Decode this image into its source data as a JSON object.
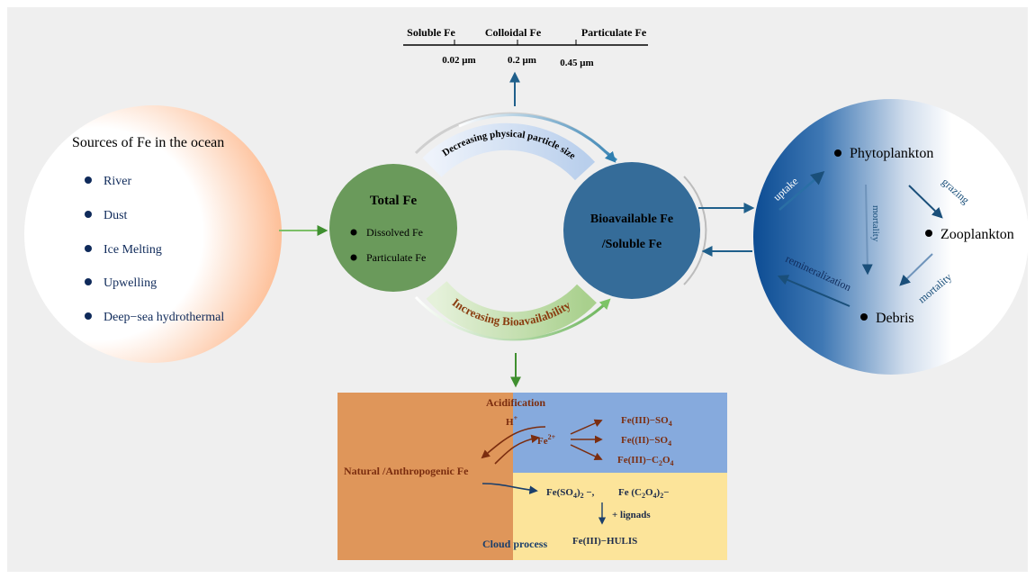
{
  "size_scale": {
    "labels": [
      "Soluble Fe",
      "Colloidal Fe",
      "Particulate Fe"
    ],
    "ticks": [
      "0.02 μm",
      "0.2 μm",
      "0.45 μm"
    ]
  },
  "sources": {
    "title": "Sources of Fe in the ocean",
    "items": [
      "River",
      "Dust",
      "Ice Melting",
      "Upwelling",
      "Deep−sea hydrothermal"
    ]
  },
  "total_fe": {
    "title": "Total Fe",
    "items": [
      "Dissolved Fe",
      "Particulate Fe"
    ]
  },
  "bioavailable": {
    "line1": "Bioavailable Fe",
    "line2": "/Soluble Fe"
  },
  "arcs": {
    "top": "Decreasing physical particle size",
    "bottom": "Increasing Bioavailability"
  },
  "food_web": {
    "nodes": [
      "Phytoplankton",
      "Zooplankton",
      "Debris"
    ],
    "processes": [
      "uptake",
      "grazing",
      "mortality",
      "mortality",
      "remineralization"
    ]
  },
  "chemistry": {
    "acidification": "Acidification",
    "h_plus": "H",
    "h_plus_sup": "+",
    "fe2": "Fe",
    "fe2_sup": "2+",
    "source": "Natural /Anthropogenic Fe",
    "products": [
      {
        "pre": "Fe(III)−SO",
        "sub": "4",
        "post": ""
      },
      {
        "pre": "Fe((II)−SO",
        "sub": "4",
        "post": ""
      },
      {
        "pre": "Fe(III)−C",
        "sub": "2",
        "mid": "O",
        "sub2": "4",
        "post": ""
      }
    ],
    "complex1": {
      "pre": "Fe(SO",
      "sub": "4",
      "post": ")",
      "sub2": "2",
      "tail": " −,"
    },
    "complex2": {
      "pre": "Fe (C",
      "sub": "2",
      "mid": "O",
      "sub2": "4",
      "post": ")",
      "sub3": "2",
      "tail": "−"
    },
    "lignads": "+ lignads",
    "hulis": "Fe(III)−HULIS",
    "cloud": "Cloud process"
  },
  "colors": {
    "total_fe": "#6a9a5b",
    "bioavailable": "#356c99",
    "orange_box": "#df965a",
    "blue_box": "#86aadd",
    "yellow_box": "#fce49a",
    "dark_red_text": "#7b2d0f",
    "navy_text": "#0f2a5a"
  }
}
